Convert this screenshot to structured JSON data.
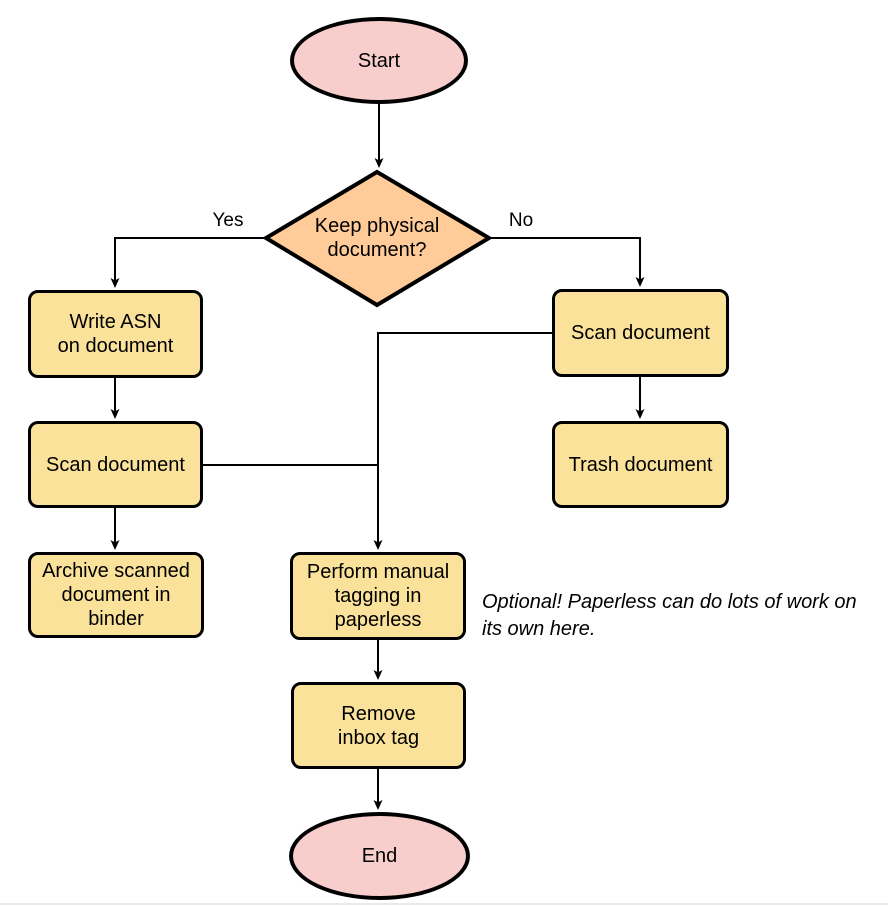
{
  "colors": {
    "pink": "#F8CECC",
    "orange": "#FFCC99",
    "yellow": "#FBE29B",
    "stroke": "#000000",
    "bottom_line": "#F0E6E6"
  },
  "nodes": {
    "start": {
      "label": "Start",
      "type": "terminator"
    },
    "decision": {
      "label": "Keep physical\ndocument?",
      "type": "decision"
    },
    "write_asn": {
      "label": "Write ASN\non document",
      "type": "process"
    },
    "scan_left": {
      "label": "Scan document",
      "type": "process"
    },
    "archive": {
      "label": "Archive scanned\ndocument in\nbinder",
      "type": "process"
    },
    "scan_right": {
      "label": "Scan document",
      "type": "process"
    },
    "trash": {
      "label": "Trash document",
      "type": "process"
    },
    "tagging": {
      "label": "Perform manual\ntagging in\npaperless",
      "type": "process"
    },
    "remove_inbox": {
      "label": "Remove\ninbox tag",
      "type": "process"
    },
    "end": {
      "label": "End",
      "type": "terminator"
    }
  },
  "edge_labels": {
    "yes": "Yes",
    "no": "No"
  },
  "annotation": {
    "text": "Optional! Paperless can do lots of work on\nits own here."
  },
  "flow": [
    {
      "from": "start",
      "to": "decision"
    },
    {
      "from": "decision",
      "to": "write_asn",
      "label": "Yes"
    },
    {
      "from": "decision",
      "to": "scan_right",
      "label": "No"
    },
    {
      "from": "write_asn",
      "to": "scan_left"
    },
    {
      "from": "scan_left",
      "to": "archive"
    },
    {
      "from": "scan_left",
      "to": "tagging"
    },
    {
      "from": "scan_right",
      "to": "trash"
    },
    {
      "from": "scan_right",
      "to": "tagging"
    },
    {
      "from": "tagging",
      "to": "remove_inbox"
    },
    {
      "from": "remove_inbox",
      "to": "end"
    }
  ]
}
